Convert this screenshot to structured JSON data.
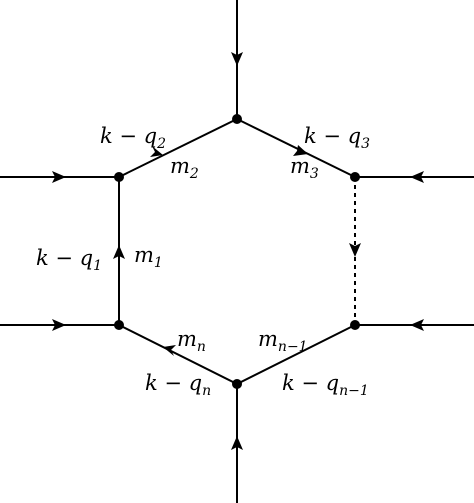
{
  "labels": {
    "p2": {
      "base": "k − q",
      "sub": "2"
    },
    "p3": {
      "base": "k − q",
      "sub": "3"
    },
    "p1": {
      "base": "k − q",
      "sub": "1"
    },
    "pn": {
      "base": "k − q",
      "sub": "n"
    },
    "pn1": {
      "base": "k − q",
      "sub": "n−1"
    },
    "m2": {
      "base": "m",
      "sub": "2"
    },
    "m3": {
      "base": "m",
      "sub": "3"
    },
    "m1": {
      "base": "m",
      "sub": "1"
    },
    "mn": {
      "base": "m",
      "sub": "n"
    },
    "mn1": {
      "base": "m",
      "sub": "n−1"
    }
  }
}
